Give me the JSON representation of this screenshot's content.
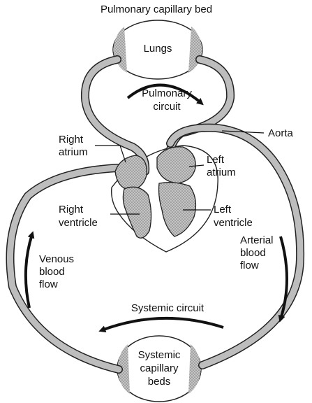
{
  "labels": {
    "pulmonary_capillary_bed": "Pulmonary capillary bed",
    "lungs": "Lungs",
    "pulmonary_circuit_1": "Pulmonary",
    "pulmonary_circuit_2": "circuit",
    "aorta": "Aorta",
    "right_atrium_1": "Right",
    "right_atrium_2": "atrium",
    "left_atrium_1": "Left",
    "left_atrium_2": "atrium",
    "right_ventricle_1": "Right",
    "right_ventricle_2": "ventricle",
    "left_ventricle_1": "Left",
    "left_ventricle_2": "ventricle",
    "venous_1": "Venous",
    "venous_2": "blood",
    "venous_3": "flow",
    "arterial_1": "Arterial",
    "arterial_2": "blood",
    "arterial_3": "flow",
    "systemic_circuit": "Systemic circuit",
    "systemic_cap_1": "Systemic",
    "systemic_cap_2": "capillary",
    "systemic_cap_3": "beds"
  },
  "colors": {
    "vessel_fill": "#bdbdbd",
    "outline": "#222222",
    "background": "#ffffff"
  }
}
